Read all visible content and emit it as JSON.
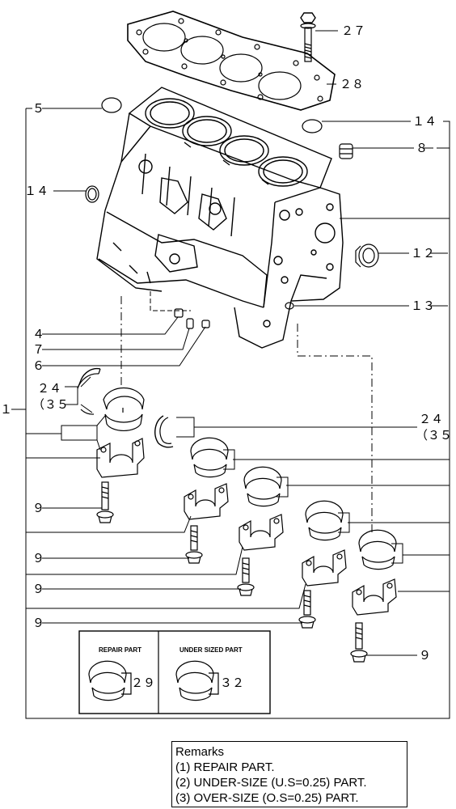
{
  "labels": {
    "l27": "２７",
    "l28": "２８",
    "l5": "５",
    "l14a": "１４",
    "l8": "８",
    "l14b": "１４",
    "l12": "１２",
    "l13": "１３",
    "l4": "４",
    "l7": "７",
    "l6": "６",
    "l1": "１",
    "l24a": "２４",
    "l35a": "（３５",
    "l24b": "２４",
    "l35b": "（３５",
    "l9a": "９",
    "l9b": "９",
    "l9c": "９",
    "l9d": "９",
    "l9e": "９",
    "l29": "２９",
    "l32": "３２"
  },
  "inset": {
    "repair_title": "REPAIR PART",
    "undersized_title": "UNDER SIZED PART"
  },
  "remarks": {
    "title": "Remarks",
    "line1": "(1) REPAIR PART.",
    "line2": "(2) UNDER-SIZE (U.S=0.25) PART.",
    "line3": "(3) OVER-SIZE (O.S=0.25) PART."
  }
}
